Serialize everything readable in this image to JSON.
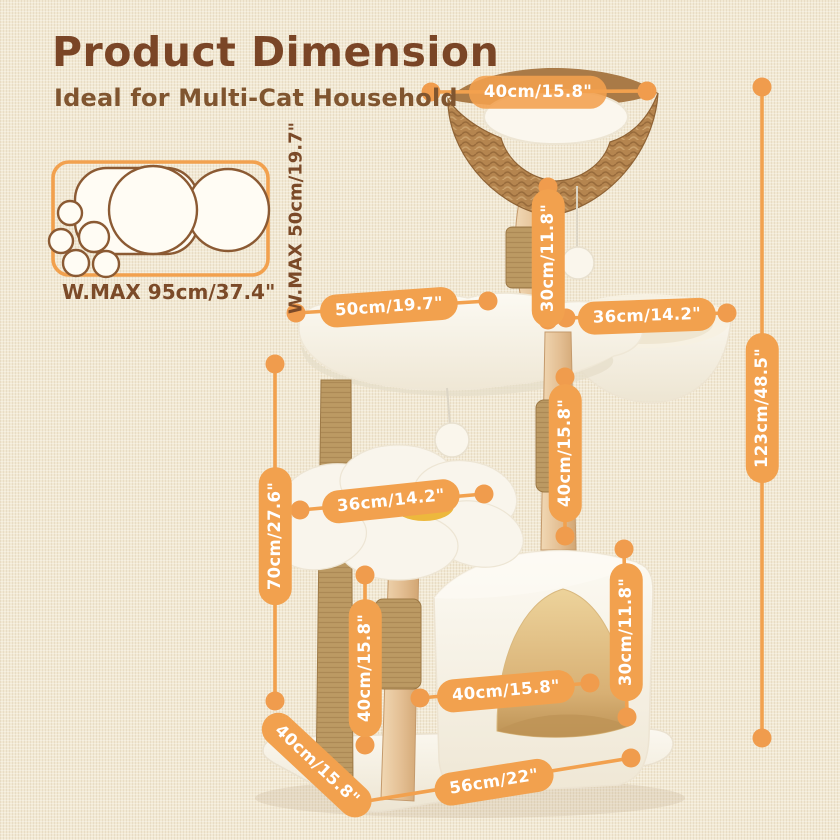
{
  "header": {
    "title": "Product Dimension",
    "subtitle": "Ideal for Multi-Cat Household"
  },
  "colors": {
    "accent_orange": "#F2A14E",
    "dot_orange": "#F09C4D",
    "title_brown": "#7A4526",
    "text_brown": "#7B4A28",
    "background_beige": "#F2E9D4"
  },
  "top_view": {
    "caption": "W.MAX 95cm/37.4\""
  },
  "side_note": {
    "basket_max_width": "W.MAX 50cm/19.7\""
  },
  "annotations": {
    "basket_width": "40cm/15.8\"",
    "upper_trunk_height": "30cm/11.8\"",
    "platform_width": "50cm/19.7\"",
    "bowl_width": "36cm/14.2\"",
    "total_height": "123cm/48.5\"",
    "mid_post_height": "40cm/15.8\"",
    "flower_width": "36cm/14.2\"",
    "mid_section_height": "70cm/27.6\"",
    "lower_post_height": "40cm/15.8\"",
    "condo_width": "40cm/15.8\"",
    "condo_height": "30cm/11.8\"",
    "base_depth": "40cm/15.8\"",
    "base_width": "56cm/22\""
  }
}
